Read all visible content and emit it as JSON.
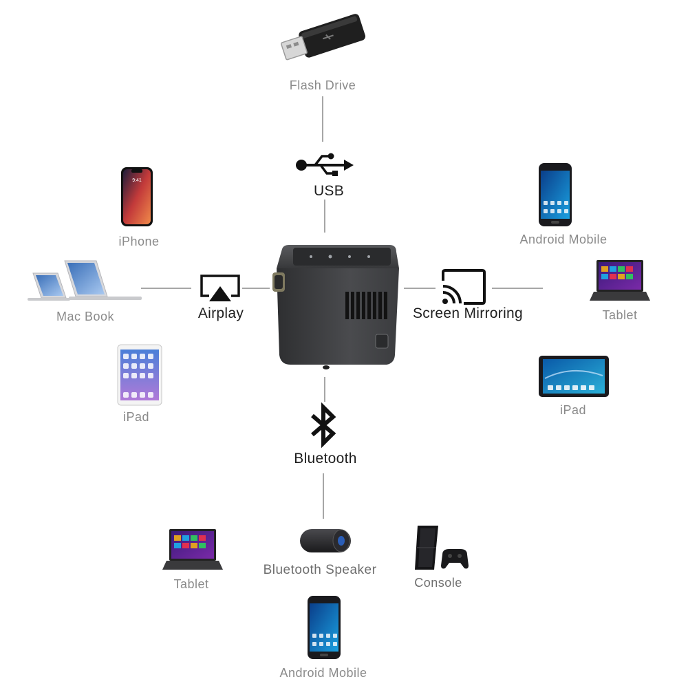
{
  "usb": {
    "label": "USB",
    "devices": {
      "flash_drive": "Flash Drive"
    }
  },
  "airplay": {
    "label": "Airplay",
    "devices": {
      "iphone": "iPhone",
      "macbook": "Mac Book",
      "ipad": "iPad"
    },
    "phone_clock": "9:41"
  },
  "screen_mirroring": {
    "label": "Screen Mirroring",
    "devices": {
      "android_mobile": "Android Mobile",
      "tablet": "Tablet",
      "ipad": "iPad"
    }
  },
  "bluetooth": {
    "label": "Bluetooth",
    "devices": {
      "tablet": "Tablet",
      "speaker": "Bluetooth Speaker",
      "console": "Console",
      "android_mobile": "Android Mobile"
    }
  },
  "colors": {
    "line": "#a6a6a6",
    "label_gray": "#8a8a8a",
    "label_dark": "#1e1e1e",
    "projector": "#3a3b3d"
  }
}
